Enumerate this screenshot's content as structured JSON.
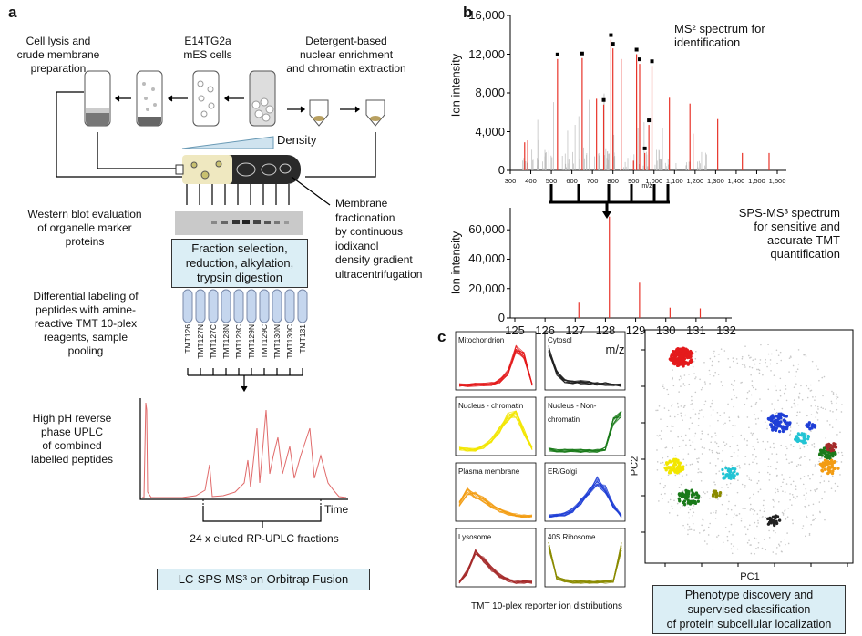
{
  "panels": {
    "a": "a",
    "b": "b",
    "c": "c"
  },
  "a": {
    "cell_lysis": "Cell lysis and\ncrude membrane\npreparation",
    "cells": "E14TG2a\nmES cells",
    "detergent": "Detergent-based\nnuclear enrichment\nand chromatin extraction",
    "density": "Density",
    "membrane_fractionation": "Membrane\nfractionation\nby continuous\niodixanol\ndensity gradient\nultracentrifugation",
    "western": "Western blot evaluation\nof organelle marker\nproteins",
    "fraction_box": "Fraction selection,\nreduction, alkylation,\ntrypsin digestion",
    "labeling": "Differential labeling of\npeptides with amine-\nreactive TMT 10-plex\nreagents, sample\npooling",
    "tmt_labels": [
      "TMT126",
      "TMT127N",
      "TMT127C",
      "TMT128N",
      "TMT128C",
      "TMT129N",
      "TMT129C",
      "TMT130N",
      "TMT130C",
      "TMT131"
    ],
    "uplc": "High pH reverse\nphase UPLC\nof combined\nlabelled peptides",
    "time": "Time",
    "fractions": "24 x eluted RP-UPLC fractions",
    "orbitrap": "LC-SPS-MS³ on Orbitrap Fusion"
  },
  "b": {
    "ms2_title": "MS² spectrum for\nidentification",
    "ms3_title": "SPS-MS³ spectrum\nfor sensitive and\naccurate TMT\nquantification",
    "ylabel": "Ion intensity",
    "ms2_xlabel": "m/z",
    "ms3_xlabel": "m/z"
  },
  "c": {
    "compartments": [
      "Mitochondrion",
      "Cytosol",
      "Nucleus - chromatin",
      "Nucleus - Non-chromatin",
      "Plasma membrane",
      "ER/Golgi",
      "Lysosome",
      "40S Ribosome"
    ],
    "compartment_colors": [
      "#e41a1c",
      "#222222",
      "#f2e600",
      "#1a7a1a",
      "#f39c12",
      "#1f3fd6",
      "#a52a2a",
      "#8b8b00"
    ],
    "reporter_caption": "TMT 10-plex reporter ion distributions",
    "pc1": "PC1",
    "pc2": "PC2",
    "phenotype_box": "Phenotype discovery and\nsupervised classification\nof protein subcellular localization"
  },
  "chart_data": [
    {
      "type": "bar",
      "title": "MS² spectrum for identification",
      "ylabel": "Ion intensity",
      "xlabel": "m/z",
      "xlim": [
        300,
        1600
      ],
      "ylim": [
        0,
        16000
      ],
      "x_ticks": [
        300,
        400,
        500,
        600,
        700,
        800,
        900,
        1000,
        1100,
        1200,
        1300,
        1400,
        1500,
        1600
      ],
      "y_ticks": [
        0,
        4000,
        8000,
        12000,
        16000
      ],
      "x_tick_labels": [
        "300",
        "400",
        "500",
        "600",
        "700",
        "800",
        "900",
        "1,000",
        "1,100",
        "1,200",
        "1,300",
        "1,400",
        "1,500",
        "1,600"
      ],
      "y_tick_labels": [
        "0",
        "4,000",
        "8,000",
        "12,000",
        "16,000"
      ],
      "series": [
        {
          "x": [
            370,
            385,
            530,
            650,
            720,
            755,
            790,
            800,
            840,
            900,
            915,
            930,
            955,
            975,
            990,
            1075,
            1175,
            1190,
            1310,
            1430,
            1560
          ],
          "values": [
            2900,
            3100,
            11500,
            11600,
            7400,
            6800,
            13500,
            12600,
            11500,
            1000,
            12000,
            11000,
            1800,
            4700,
            10800,
            7500,
            6900,
            3800,
            5300,
            1800,
            1800
          ]
        }
      ],
      "markers": [
        530,
        650,
        755,
        790,
        800,
        915,
        930,
        955,
        975,
        990
      ]
    },
    {
      "type": "bar",
      "title": "SPS-MS³ spectrum for sensitive and accurate TMT quantification",
      "ylabel": "Ion intensity",
      "xlabel": "m/z",
      "xlim": [
        125,
        132
      ],
      "ylim": [
        0,
        75000
      ],
      "x_ticks": [
        125,
        126,
        127,
        128,
        129,
        130,
        131,
        132
      ],
      "y_ticks": [
        0,
        20000,
        40000,
        60000
      ],
      "x_tick_labels": [
        "125",
        "126",
        "127",
        "128",
        "129",
        "130",
        "131",
        "132"
      ],
      "y_tick_labels": [
        "0",
        "20,000",
        "40,000",
        "60,000"
      ],
      "series": [
        {
          "x": [
            127.12,
            128.13,
            129.13,
            130.14,
            131.14
          ],
          "values": [
            11000,
            69000,
            24000,
            7000,
            6500
          ]
        }
      ]
    }
  ]
}
